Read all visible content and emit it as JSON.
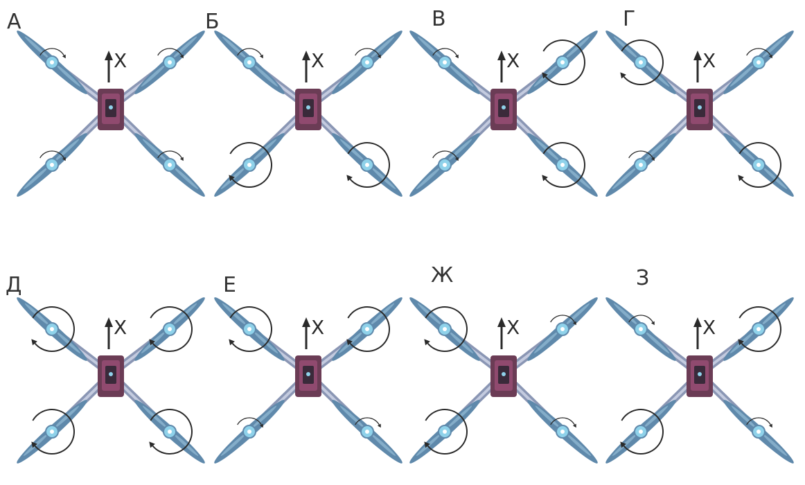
{
  "axis_label": "X",
  "colors": {
    "propeller": "#5f89ab",
    "propeller_light": "#9cc4dd",
    "arm": "#8a96b4",
    "arm_light": "#d3d9ea",
    "motor": "#8fd2ea",
    "frame": "#6b3c55",
    "frame_accent": "#a0507a",
    "ink": "#2a2a2a"
  },
  "motor_names": [
    "front-left",
    "front-right",
    "rear-left",
    "rear-right"
  ],
  "panels": [
    {
      "label": "А",
      "big": [
        false,
        false,
        false,
        false
      ]
    },
    {
      "label": "Б",
      "big": [
        false,
        false,
        true,
        true
      ]
    },
    {
      "label": "В",
      "big": [
        false,
        true,
        false,
        true
      ]
    },
    {
      "label": "Г",
      "big": [
        true,
        false,
        false,
        true
      ]
    },
    {
      "label": "Д",
      "big": [
        true,
        true,
        true,
        true
      ]
    },
    {
      "label": "Е",
      "big": [
        true,
        true,
        false,
        false
      ]
    },
    {
      "label": "Ж",
      "big": [
        true,
        false,
        true,
        false
      ]
    },
    {
      "label": "З",
      "big": [
        false,
        true,
        true,
        false
      ]
    }
  ]
}
